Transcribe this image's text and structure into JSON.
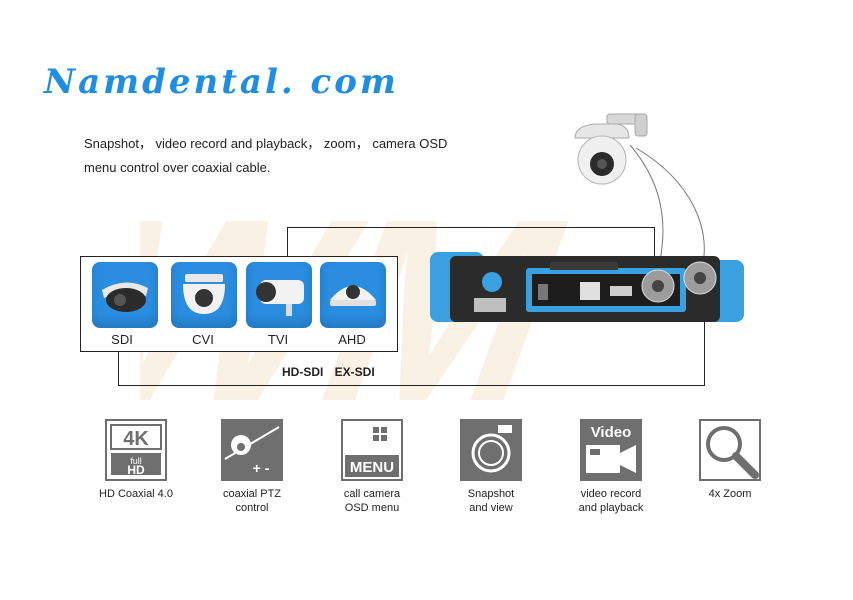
{
  "brand": {
    "logo_text": "Namdental. com"
  },
  "description": {
    "line1": "Snapshot， video record and playback， zoom， camera OSD",
    "line2": "menu control over coaxial cable."
  },
  "cameras": [
    {
      "label": "SDI",
      "icon": "speed-dome-camera-icon"
    },
    {
      "label": "CVI",
      "icon": "dome-camera-icon"
    },
    {
      "label": "TVI",
      "icon": "bullet-camera-icon"
    },
    {
      "label": "AHD",
      "icon": "ir-dome-camera-icon"
    }
  ],
  "sdi_labels": "HD-SDI  EX-SDI",
  "features": [
    {
      "label": "HD Coaxial 4.0",
      "icon": "4k-full-hd-icon",
      "icon_text": [
        "4K",
        "full",
        "HD"
      ]
    },
    {
      "label": "coaxial PTZ\ncontrol",
      "icon": "ptz-control-icon",
      "icon_text": [
        "+ -"
      ]
    },
    {
      "label": "call camera\nOSD menu",
      "icon": "menu-icon",
      "icon_text": [
        "MENU"
      ]
    },
    {
      "label": "Snapshot\nand view",
      "icon": "snapshot-icon",
      "icon_text": []
    },
    {
      "label": "video record\nand playback",
      "icon": "video-record-icon",
      "icon_text": [
        "Video"
      ]
    },
    {
      "label": "4x Zoom",
      "icon": "zoom-magnifier-icon",
      "icon_text": []
    }
  ],
  "colors": {
    "accent": "#1f8de0",
    "icon_gray": "#6f6f6f",
    "tester_blue": "#3aa0e0"
  }
}
